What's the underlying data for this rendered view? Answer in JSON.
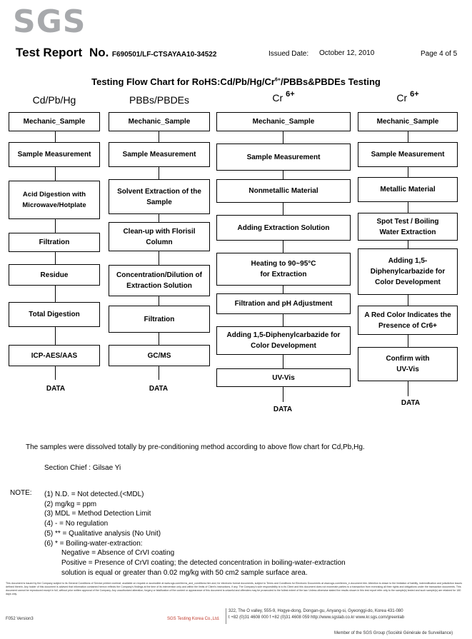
{
  "header": {
    "logo": "SGS",
    "report_label": "Test Report",
    "no_label": "No.",
    "report_number": "F690501/LF-CTSAYAA10-34522",
    "issued_label": "Issued Date:",
    "issued_date": "October 12, 2010",
    "page": "Page 4 of 5"
  },
  "chart": {
    "title": "Testing Flow Chart for RoHS:Cd/Pb/Hg/Cr",
    "title_sup": "6+",
    "title_suffix": "/PBBs&PBDEs Testing",
    "columns": [
      {
        "title": "Cd/Pb/Hg",
        "title_sup": "",
        "steps": [
          "Mechanic_Sample",
          "Sample Measurement",
          "Acid Digestion with Microwave/Hotplate",
          "Filtration",
          "Residue",
          "Total Digestion",
          "ICP-AES/AAS"
        ],
        "result": "DATA"
      },
      {
        "title": "PBBs/PBDEs",
        "title_sup": "",
        "steps": [
          "Mechanic_Sample",
          "Sample Measurement",
          "Solvent Extraction of the Sample",
          "Clean-up with Florisil Column",
          "Concentration/Dilution of Extraction Solution",
          "Filtration",
          "GC/MS"
        ],
        "result": "DATA"
      },
      {
        "title": "Cr",
        "title_sup": "6+",
        "steps": [
          "Mechanic_Sample",
          "Sample Measurement",
          "Nonmetallic Material",
          "Adding Extraction Solution",
          "Heating to 90~95°C for Extraction",
          "Filtration and pH Adjustment",
          "Adding 1,5-Diphenylcarbazide for Color Development",
          "UV-Vis"
        ],
        "result": "DATA"
      },
      {
        "title": "Cr",
        "title_sup": "6+",
        "steps": [
          "Mechanic_Sample",
          "Sample Measurement",
          "Metallic Material",
          "Spot Test / Boiling Water Extraction",
          "Adding 1,5-Diphenylcarbazide for Color Development",
          "A Red Color Indicates the Presence of Cr6+",
          "Confirm with UV-Vis"
        ],
        "result": "DATA"
      }
    ]
  },
  "statement": "The samples were dissolved totally by pre-conditioning method according to above flow chart for Cd,Pb,Hg.",
  "signature": "Section Chief  :  Gilsae Yi",
  "notes": {
    "label": "NOTE:",
    "items": [
      "(1) N.D. = Not detected.(<MDL)",
      "(2) mg/kg = ppm",
      "(3) MDL = Method Detection Limit",
      "(4) - = No regulation",
      "(5) ** = Qualitative analysis (No Unit)",
      "(6) * = Boiling-water-extraction:",
      "Negative = Absence of CrVI coating",
      "Positive = Presence of CrVI coating; the detected concentration in boiling-water-extraction",
      "solution is equal or greater than 0.02 mg/kg with 50 cm2 sample surface area."
    ]
  },
  "disclaimer": "This document is issued by the Company subject to its General Conditions of Service printed overleaf, available on request or accessible at www.sgs.com/terms_and_conditions.htm and, for electronic format documents, subject to Terms and Conditions for Electronic Documents at www.sgs.com/terms_e-document.htm. Attention is drawn to the limitation of liability, indemnification and jurisdiction issues defined therein. Any holder of this document is advised that information contained hereon reflects the Company's findings at the time of its intervention only and within the limits of Client's instructions, if any. The Company's sole responsibility is to its Client and this document does not exonerate parties to a transaction from exercising all their rights and obligations under the transaction documents. This document cannot be reproduced except in full, without prior written approval of the Company. Any unauthorized alteration, forgery or falsification of the content or appearance of this document is unlawful and offenders may be prosecuted to the fullest extent of the law. Unless otherwise stated the results shown in this test report refer only to the sample(s) tested and such sample(s) are retained for 180 days only.",
  "footer": {
    "form": "F052 Version3",
    "company": "SGS Testing Korea Co.,Ltd.",
    "address": "322, The O valley, 555-9, Hogye-dong, Dongan-gu, Anyang-si, Gyeonggi-do, Korea 431-080",
    "contact": "t +82 (0)31 4608 000  f +82 (0)31 4608 059  http://www.sgslab.co.kr  www.kr.sgs.com/greenlab",
    "member": "Member of the SGS Group (Société Générale de Surveillance)"
  },
  "colors": {
    "logo": "#a7a9ac",
    "footer_company": "#c0392b"
  }
}
